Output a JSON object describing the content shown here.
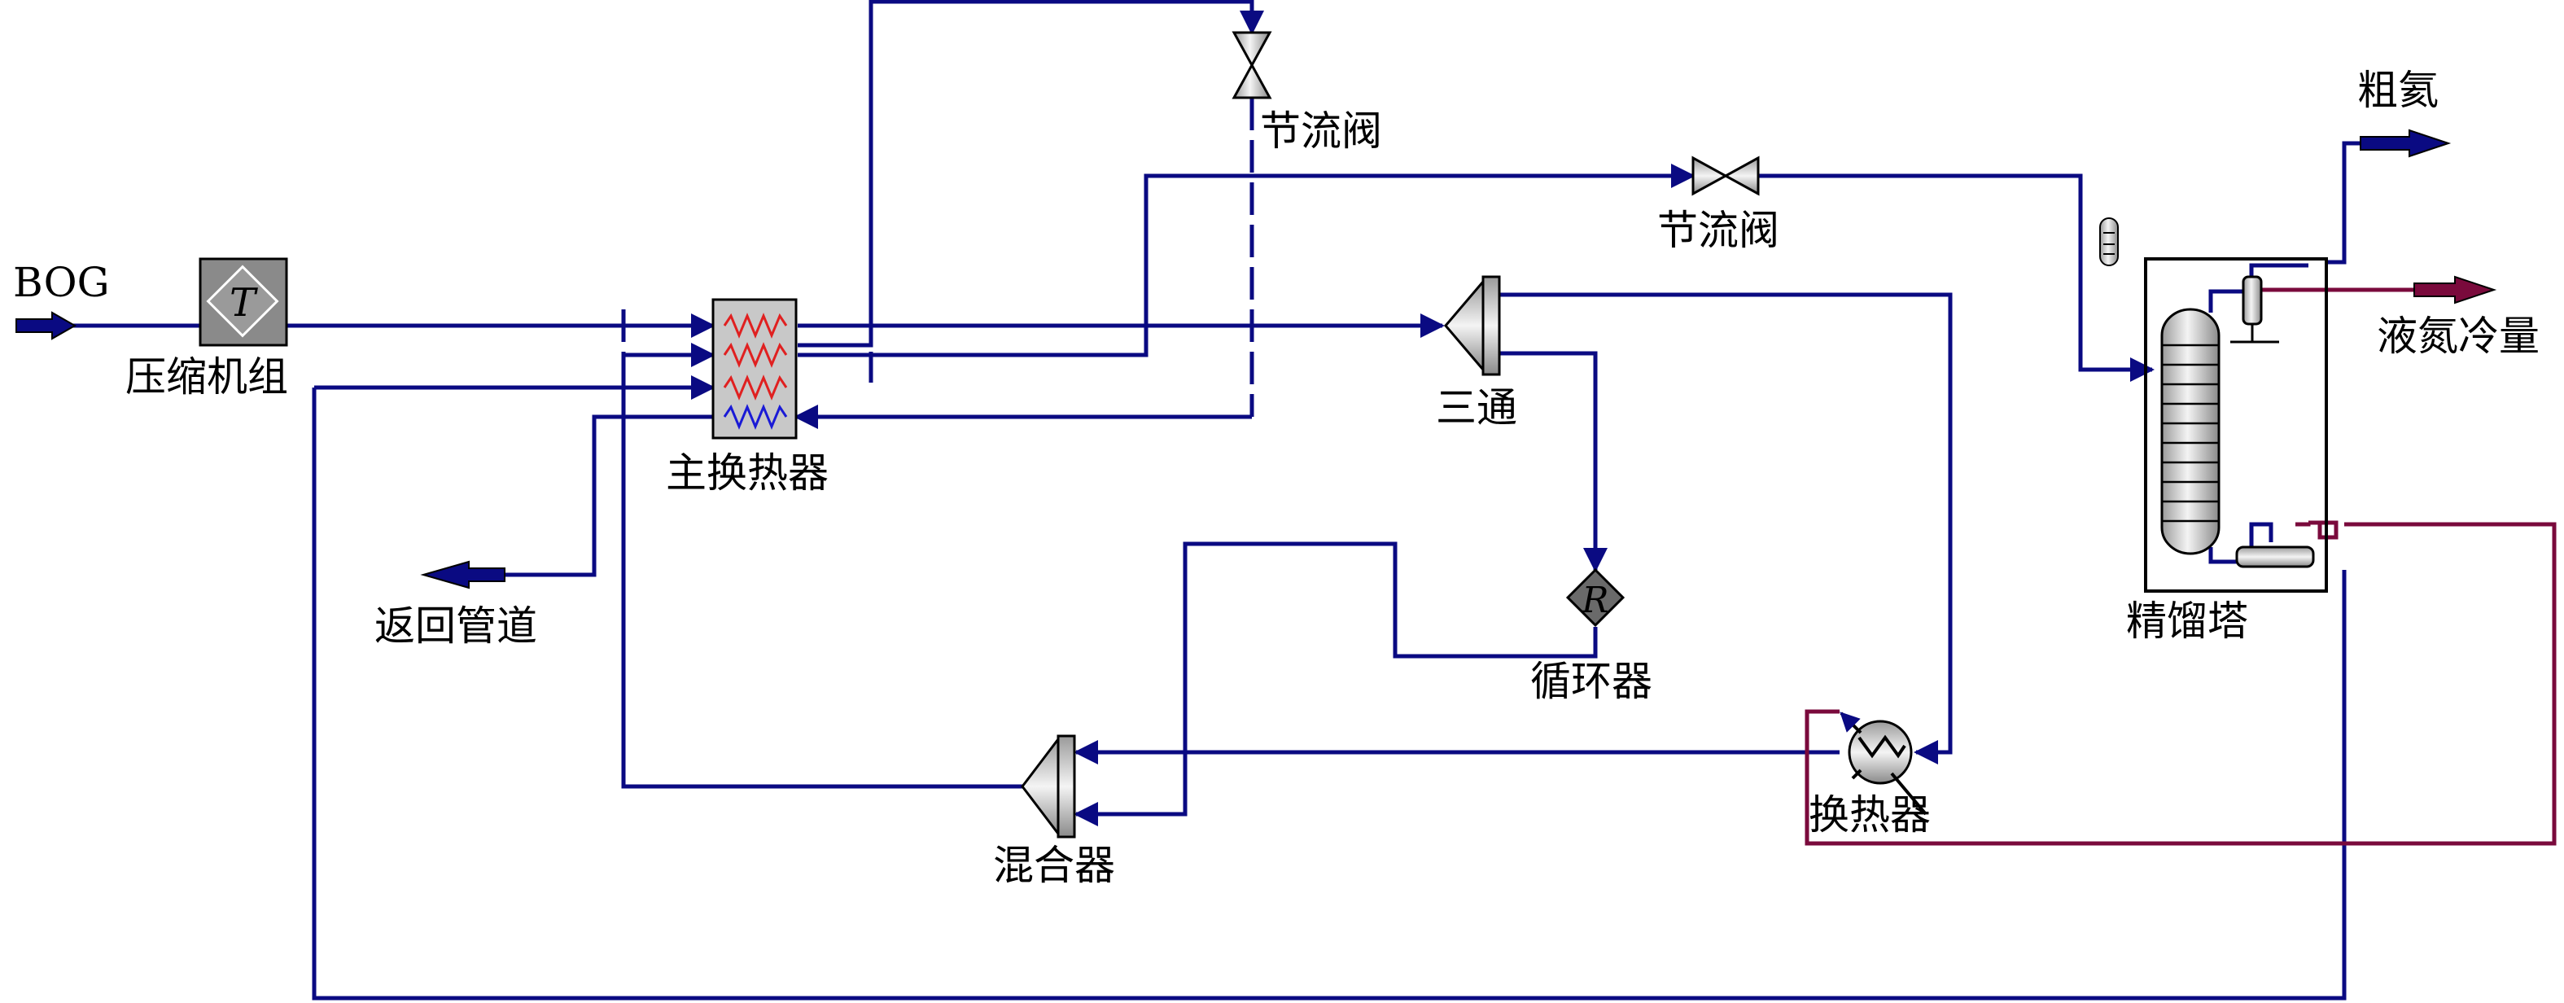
{
  "labels": {
    "bog": "BOG",
    "compressor": "压缩机组",
    "main_hx": "主换热器",
    "return_pipe": "返回管道",
    "valve_top": "节流阀",
    "valve_mid": "节流阀",
    "tee": "三通",
    "recycler": "循环器",
    "mixer": "混合器",
    "hx": "换热器",
    "column": "精馏塔",
    "crude_he": "粗氦",
    "ln2_cold": "液氮冷量",
    "compressor_symbol": "T",
    "recycler_symbol": "R"
  },
  "colors": {
    "stream": "#0a0a82",
    "energy_stream": "#7a0a3c",
    "hot_coil": "#e02020",
    "cold_coil": "#1a1ad6",
    "equipment_fill": "#8a8a8a"
  }
}
